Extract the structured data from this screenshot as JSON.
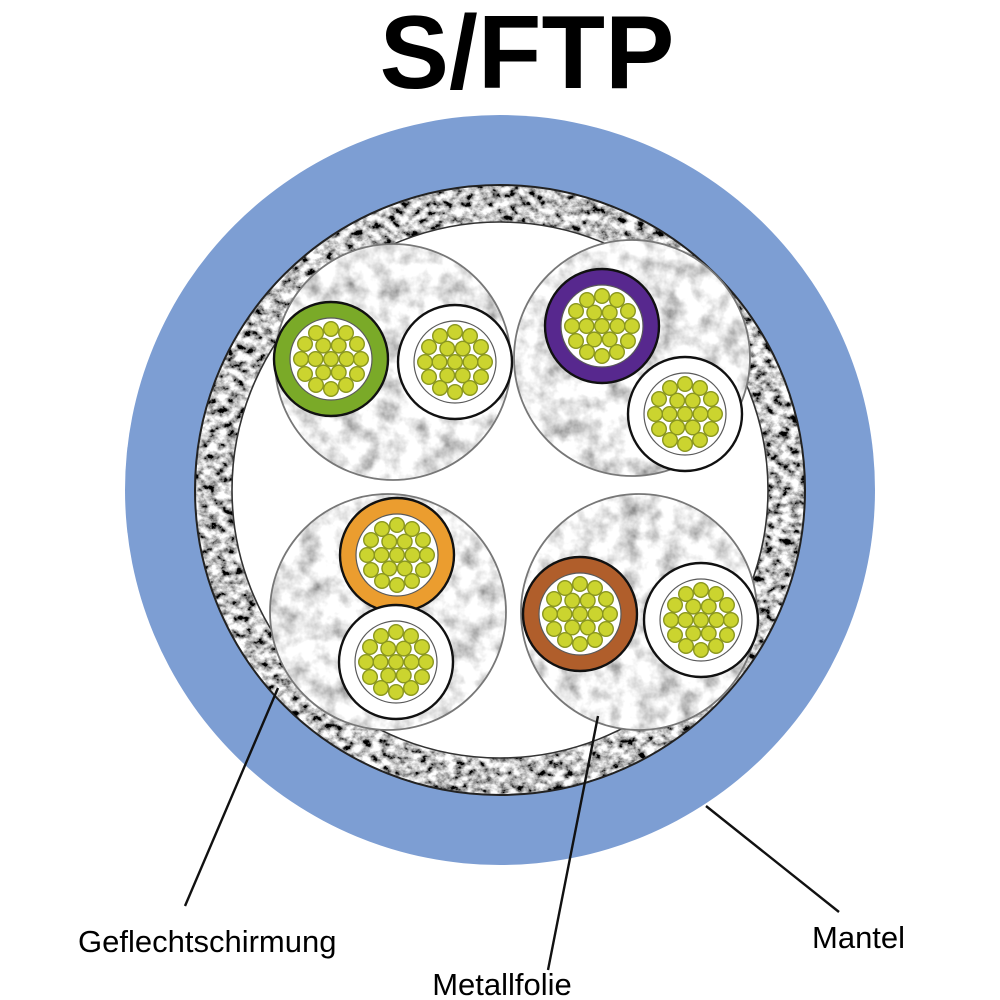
{
  "title": "S/FTP",
  "labels": {
    "braid_shield": "Geflechtschirmung",
    "metal_foil": "Metallfolie",
    "jacket": "Mantel"
  },
  "colors": {
    "jacket_blue": "#7d9ed3",
    "pair_green": "#7aaa28",
    "pair_violet": "#57288e",
    "pair_orange": "#eb9d2f",
    "pair_brown": "#b05e2b",
    "conductor_white": "#ffffff",
    "strand_fill": "#cbd42f",
    "strand_stroke": "#8a961f",
    "outline_black": "#111111"
  }
}
